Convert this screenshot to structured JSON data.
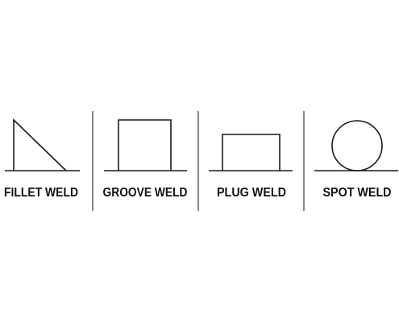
{
  "labels": {
    "fillet": "FILLET WELD",
    "groove": "GROOVE WELD",
    "plug": "PLUG WELD",
    "spot": "SPOT WELD"
  }
}
